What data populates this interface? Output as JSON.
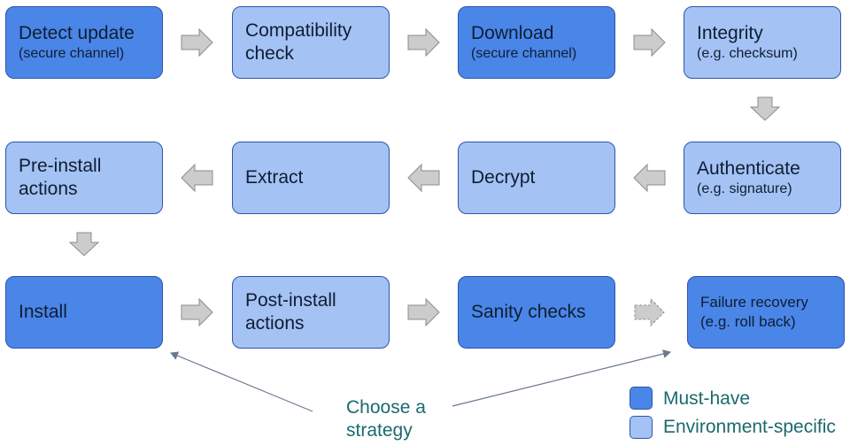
{
  "steps": [
    {
      "title": "Detect update",
      "subtitle": "(secure channel)",
      "kind": "must"
    },
    {
      "title": "Compatibility\ncheck",
      "subtitle": "",
      "kind": "env"
    },
    {
      "title": "Download",
      "subtitle": "(secure channel)",
      "kind": "must"
    },
    {
      "title": "Integrity",
      "subtitle": "(e.g. checksum)",
      "kind": "env"
    },
    {
      "title": "Authenticate",
      "subtitle": "(e.g. signature)",
      "kind": "env"
    },
    {
      "title": "Decrypt",
      "subtitle": "",
      "kind": "env"
    },
    {
      "title": "Extract",
      "subtitle": "",
      "kind": "env"
    },
    {
      "title": "Pre-install\nactions",
      "subtitle": "",
      "kind": "env"
    },
    {
      "title": "Install",
      "subtitle": "",
      "kind": "must"
    },
    {
      "title": "Post-install\nactions",
      "subtitle": "",
      "kind": "env"
    },
    {
      "title": "Sanity checks",
      "subtitle": "",
      "kind": "must"
    },
    {
      "title": "Failure recovery\n(e.g. roll back)",
      "subtitle": "",
      "kind": "must"
    }
  ],
  "strategy_label": "Choose a\nstrategy",
  "legend": {
    "must": {
      "label": "Must-have",
      "color": "#4a86e8"
    },
    "env": {
      "label": "Environment-specific",
      "color": "#a4c2f4"
    }
  },
  "colors": {
    "must_fill": "#4a86e8",
    "env_fill": "#a4c2f4",
    "arrow_fill": "#cccccc",
    "accent_text": "#1b6a6e"
  }
}
